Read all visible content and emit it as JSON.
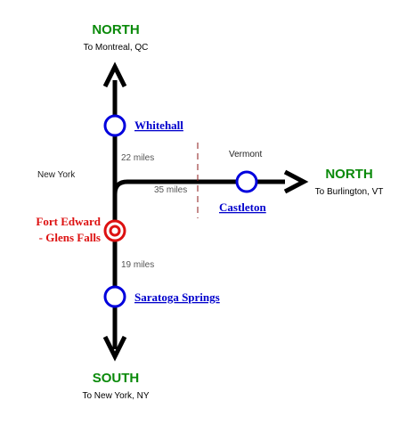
{
  "colors": {
    "route": "#000000",
    "station_ring": "#0000dd",
    "current_ring": "#dd1111",
    "direction_text": "#0a8a0a",
    "link_text": "#0000cc",
    "border_line": "#8b1a1a"
  },
  "north": {
    "heading": "NORTH",
    "subtitle": "To Montreal, QC"
  },
  "south": {
    "heading": "SOUTH",
    "subtitle": "To New York, NY"
  },
  "east": {
    "heading": "NORTH",
    "subtitle": "To Burlington, VT"
  },
  "stations": {
    "whitehall": "Whitehall",
    "castleton": "Castleton",
    "saratoga": "Saratoga Springs"
  },
  "current_station": {
    "line1": "Fort Edward",
    "line2": "- Glens Falls"
  },
  "distances": {
    "whitehall": "22 miles",
    "castleton": "35 miles",
    "saratoga": "19 miles"
  },
  "regions": {
    "west": "New York",
    "east": "Vermont"
  },
  "icons": {
    "station": "circle-station-icon",
    "current": "target-station-icon",
    "arrow": "arrow-icon"
  }
}
